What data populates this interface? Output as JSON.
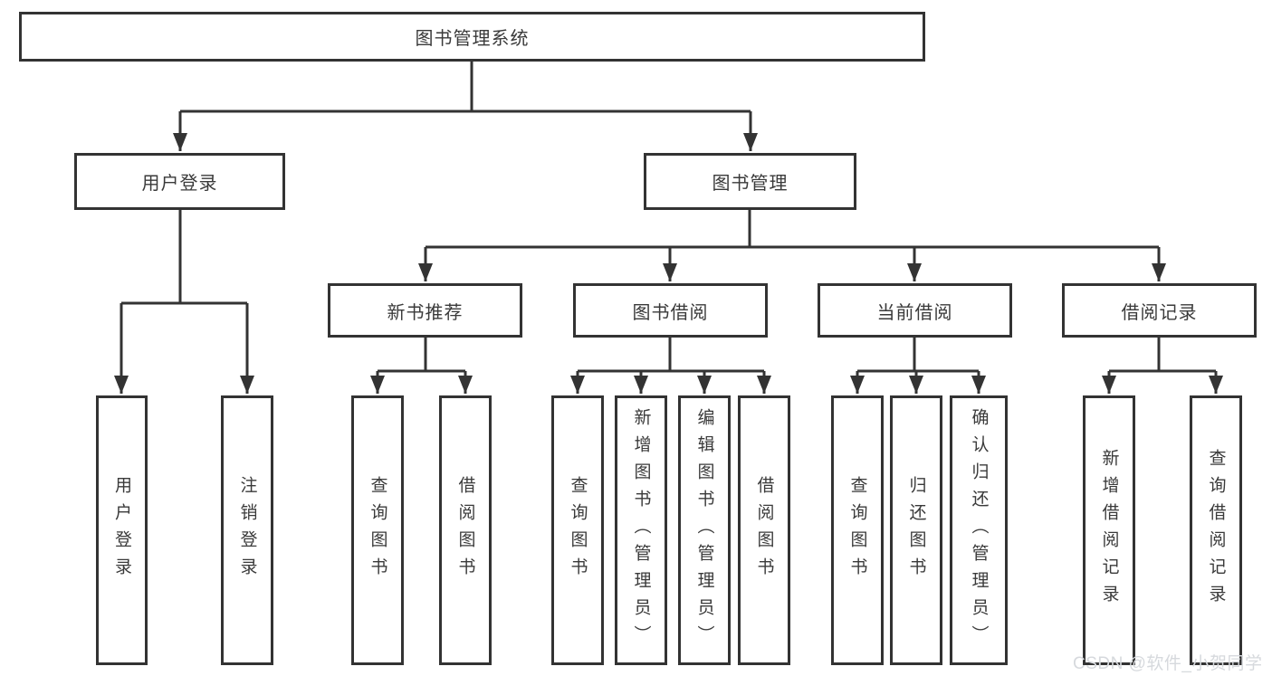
{
  "diagram": {
    "tree": {
      "root": "图书管理系统",
      "children": [
        {
          "label": "用户登录",
          "children": [
            "用户登录",
            "注销登录"
          ]
        },
        {
          "label": "图书管理",
          "children": [
            {
              "label": "新书推荐",
              "children": [
                "查询图书",
                "借阅图书"
              ]
            },
            {
              "label": "图书借阅",
              "children": [
                "查询图书",
                "新增图书（管理员）",
                "编辑图书（管理员）",
                "借阅图书"
              ]
            },
            {
              "label": "当前借阅",
              "children": [
                "查询图书",
                "归还图书",
                "确认归还（管理员）"
              ]
            },
            {
              "label": "借阅记录",
              "children": [
                "新增借阅记录",
                "查询借阅记录"
              ]
            }
          ]
        }
      ]
    },
    "colors": {
      "line": "#333333",
      "box_border": "#333333",
      "text": "#3a3a3a",
      "background": "#ffffff",
      "watermark_text_color": "#d6d9dd"
    }
  },
  "watermark": {
    "text": "CSDN @软件_小贺同学"
  }
}
